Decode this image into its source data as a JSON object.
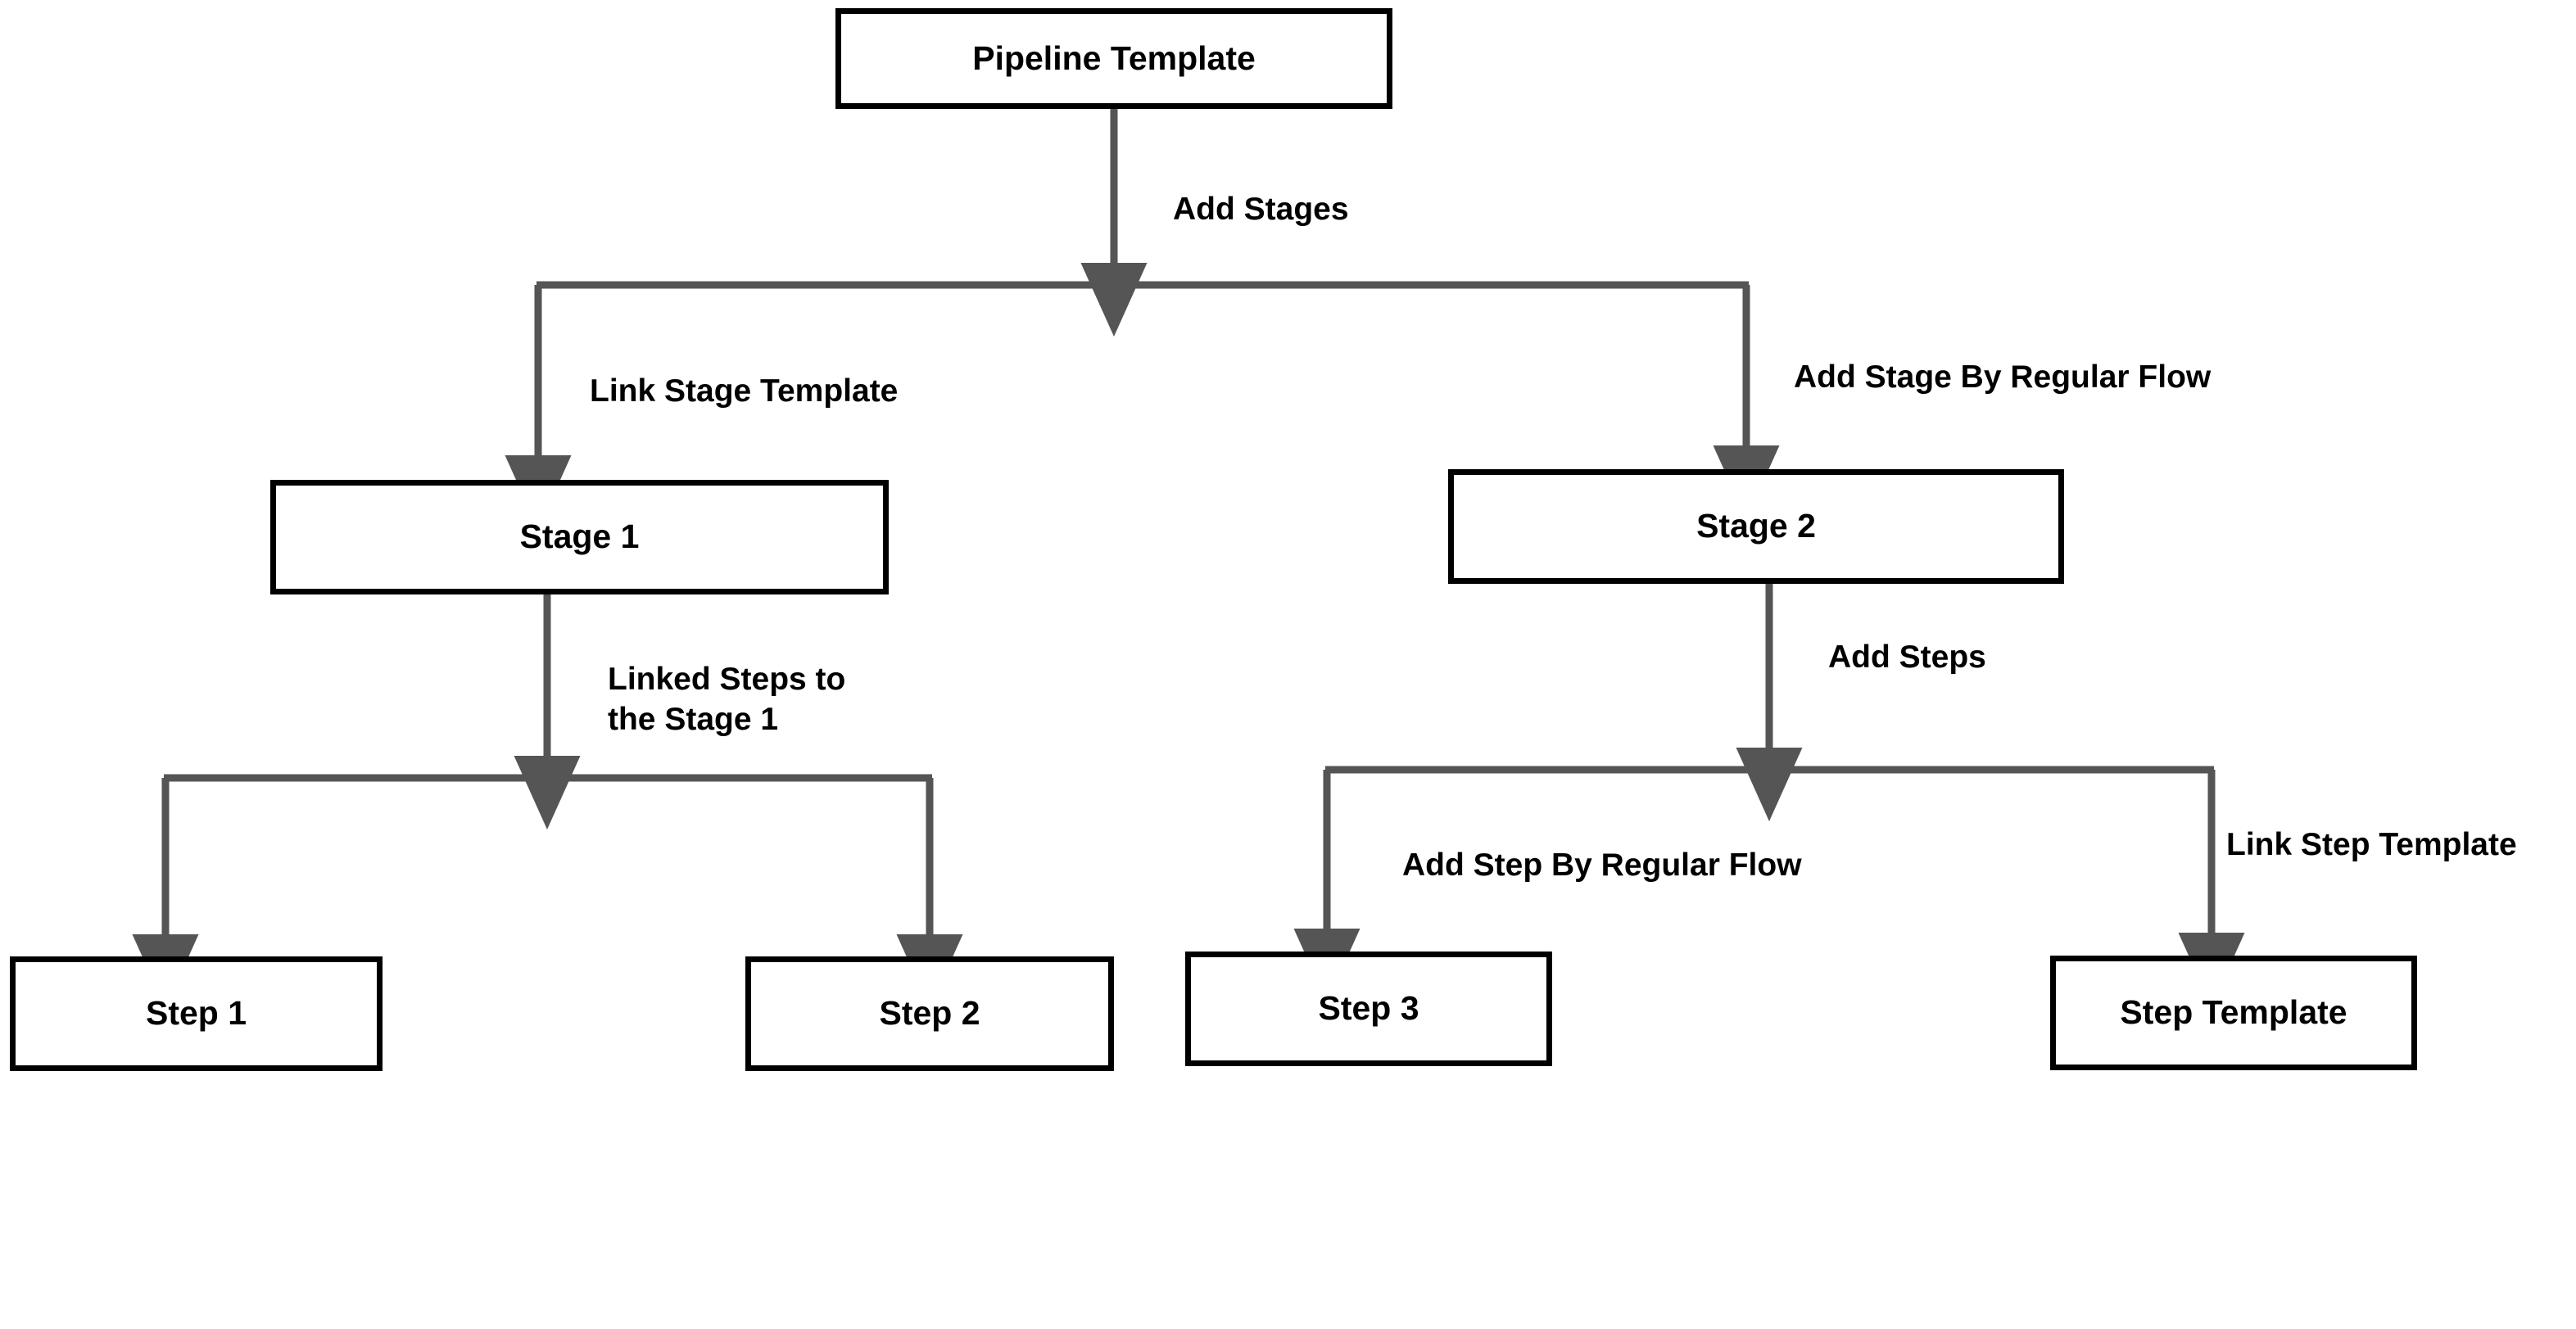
{
  "diagram": {
    "type": "flowchart",
    "title": "Pipeline Template composition flow",
    "colors": {
      "node_border": "#000000",
      "node_fill": "#ffffff",
      "edge": "#555555",
      "text": "#000000",
      "background": "#ffffff"
    },
    "nodes": [
      {
        "id": "pipeline-template",
        "label": "Pipeline Template",
        "level": 0
      },
      {
        "id": "stage-1",
        "label": "Stage 1",
        "level": 1
      },
      {
        "id": "stage-2",
        "label": "Stage 2",
        "level": 1
      },
      {
        "id": "step-1",
        "label": "Step 1",
        "level": 2
      },
      {
        "id": "step-2",
        "label": "Step 2",
        "level": 2
      },
      {
        "id": "step-3",
        "label": "Step 3",
        "level": 2
      },
      {
        "id": "step-template",
        "label": "Step Template",
        "level": 2
      }
    ],
    "edges": [
      {
        "id": "e-add-stages",
        "from": "pipeline-template",
        "to": "stage-split",
        "label": "Add Stages"
      },
      {
        "id": "e-link-stage-template",
        "from": "stage-split",
        "to": "stage-1",
        "label": "Link Stage Template"
      },
      {
        "id": "e-add-stage-regular",
        "from": "stage-split",
        "to": "stage-2",
        "label": "Add Stage By Regular Flow"
      },
      {
        "id": "e-linked-steps",
        "from": "stage-1",
        "to": "step-split-left",
        "label": "Linked Steps to\nthe Stage 1"
      },
      {
        "id": "e-add-steps",
        "from": "stage-2",
        "to": "step-split-right",
        "label": "Add Steps"
      },
      {
        "id": "e-add-step-regular",
        "from": "step-split-right",
        "to": "step-3",
        "label": "Add Step By Regular Flow"
      },
      {
        "id": "e-link-step-template",
        "from": "step-split-right",
        "to": "step-template",
        "label": "Link Step Template"
      }
    ]
  }
}
